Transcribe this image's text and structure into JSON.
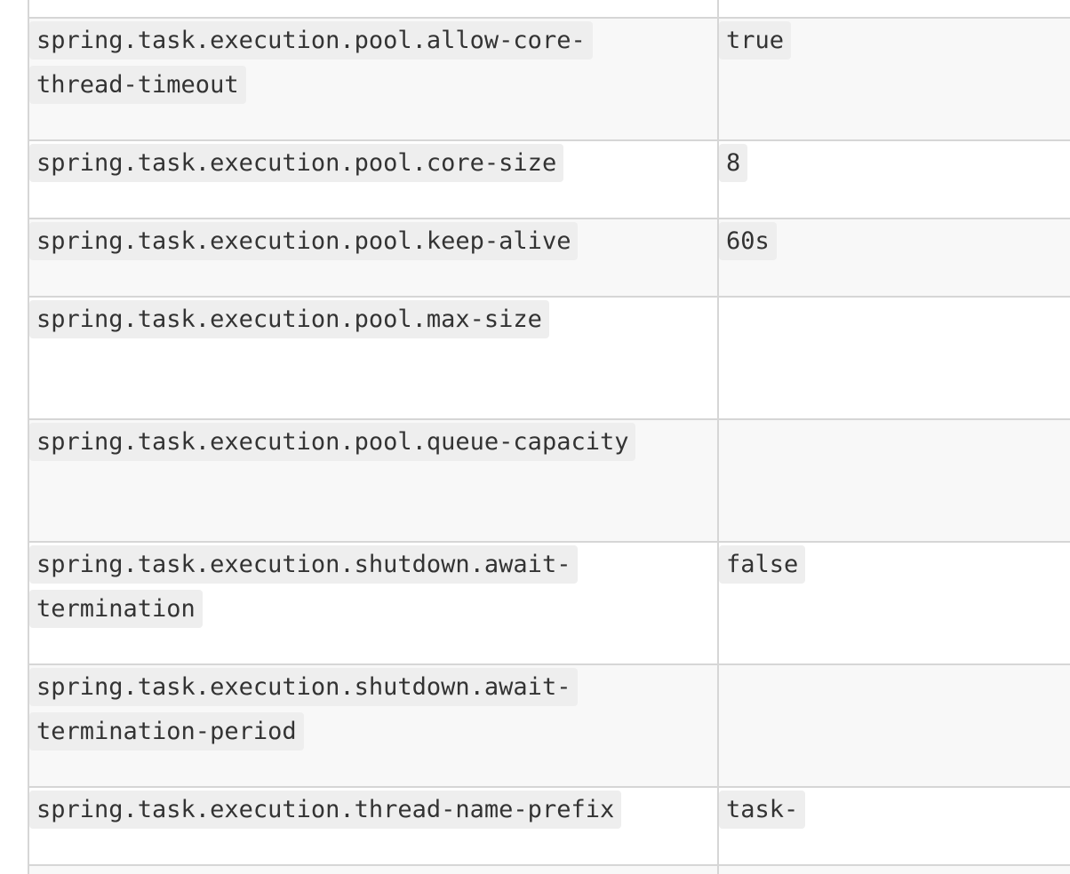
{
  "properties": [
    {
      "key": "spring.task.execution.pool.allow-core-\nthread-timeout",
      "value": "true"
    },
    {
      "key": "spring.task.execution.pool.core-size",
      "value": "8"
    },
    {
      "key": "spring.task.execution.pool.keep-alive",
      "value": "60s"
    },
    {
      "key": "spring.task.execution.pool.max-size",
      "value": ""
    },
    {
      "key": "spring.task.execution.pool.queue-capacity",
      "value": ""
    },
    {
      "key": "spring.task.execution.shutdown.await-\ntermination",
      "value": "false"
    },
    {
      "key": "spring.task.execution.shutdown.await-\ntermination-period",
      "value": ""
    },
    {
      "key": "spring.task.execution.thread-name-prefix",
      "value": "task-"
    }
  ]
}
